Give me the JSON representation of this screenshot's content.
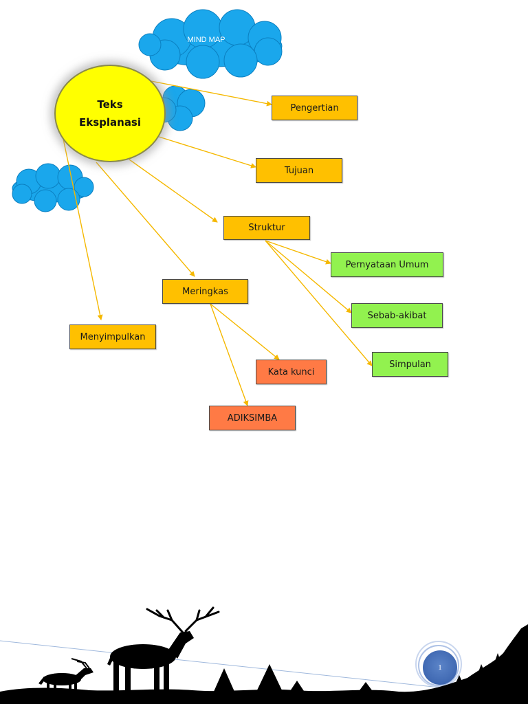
{
  "cloud_title": "MIND MAP",
  "center": {
    "line1": "Teks",
    "line2": "Eksplanasi"
  },
  "nodes": {
    "pengertian": "Pengertian",
    "tujuan": "Tujuan",
    "struktur": "Struktur",
    "pernyataan_umum": "Pernyataan Umum",
    "sebab_akibat": "Sebab-akibat",
    "simpulan": "Simpulan",
    "meringkas": "Meringkas",
    "kata_kunci": "Kata kunci",
    "adiksimba": "ADIKSIMBA",
    "menyimpulkan": "Menyimpulkan"
  },
  "page_number": "1",
  "colors": {
    "center": "#FFFF00",
    "cloud": "#1AA7EC",
    "node_orange": "#FFC000",
    "node_green": "#92F24F",
    "node_coral": "#FF7A45",
    "arrow": "#F5B800"
  }
}
